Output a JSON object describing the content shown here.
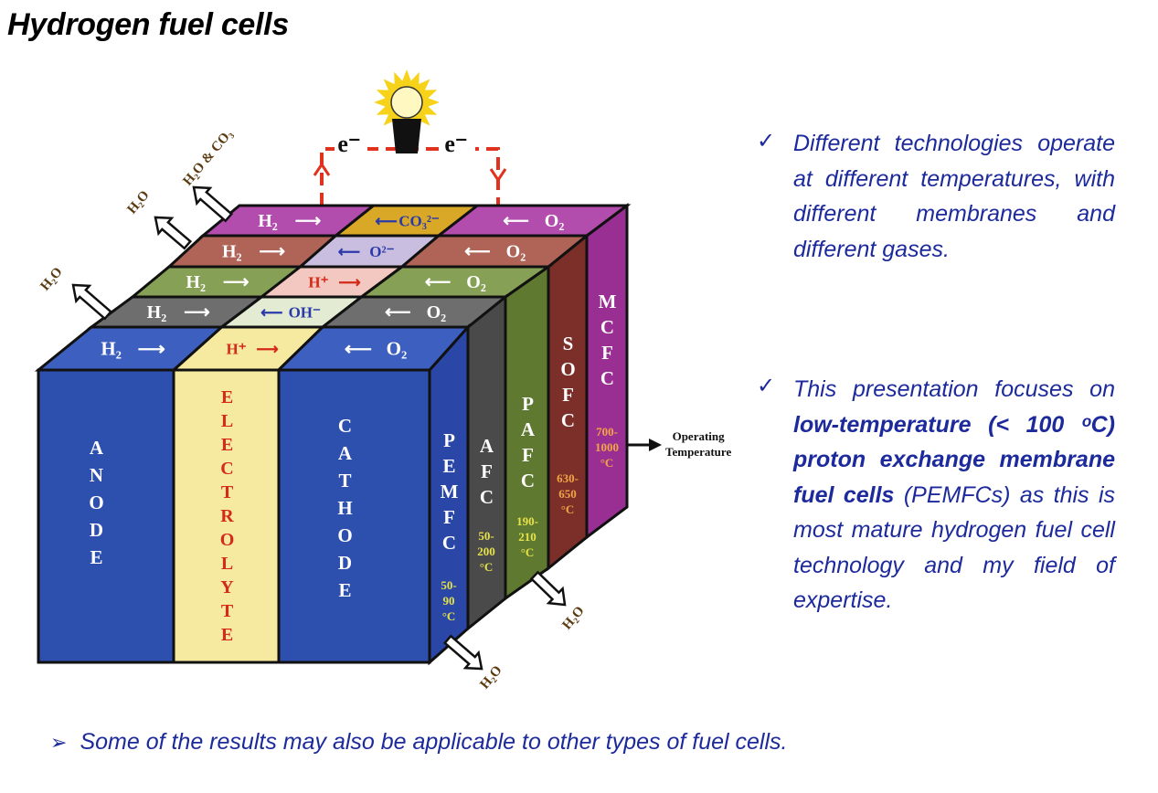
{
  "title": "Hydrogen fuel cells",
  "diagram": {
    "electron_label": "e⁻",
    "exhaust": {
      "top_far": "H₂O & CO₃",
      "top_mid": "H₂O",
      "top_near": "H₂O",
      "bottom_front": "H₂O",
      "bottom_back": "H₂O"
    },
    "front_labels": {
      "anode": "ANODE",
      "electrolyte": "ELECTROLYTE",
      "cathode": "CATHODE"
    },
    "operating_temperature": "Operating\nTemperature",
    "layers": [
      {
        "name": "PEMFC",
        "temp": "50-\n90\n°C",
        "fuel": "H₂",
        "ion": "H⁺",
        "ion_dir": "right",
        "oxidant": "O₂",
        "colors": {
          "top": "#3d5fbf",
          "side": "#2a47a8",
          "ion_bg": "#f6eaa0",
          "ion_text": "#d42a1a",
          "temp": "#e6e24a"
        }
      },
      {
        "name": "AFC",
        "temp": "50-\n200\n°C",
        "fuel": "H₂",
        "ion": "OH⁻",
        "ion_dir": "left",
        "oxidant": "O₂",
        "colors": {
          "top": "#6e6e6e",
          "side": "#4a4a4a",
          "ion_bg": "#e3ebd2",
          "ion_text": "#2a3aa8",
          "temp": "#e6e24a"
        }
      },
      {
        "name": "PAFC",
        "temp": "190-\n210\n°C",
        "fuel": "H₂",
        "ion": "H⁺",
        "ion_dir": "right",
        "oxidant": "O₂",
        "colors": {
          "top": "#86a055",
          "side": "#5f7a30",
          "ion_bg": "#f3c8c0",
          "ion_text": "#d42a1a",
          "temp": "#e6e24a"
        }
      },
      {
        "name": "SOFC",
        "temp": "630-\n650\n°C",
        "fuel": "H₂",
        "ion": "O²⁻",
        "ion_dir": "left",
        "oxidant": "O₂",
        "colors": {
          "top": "#b06457",
          "side": "#7b2f28",
          "ion_bg": "#c9bde0",
          "ion_text": "#2a3aa8",
          "temp": "#f2a446"
        }
      },
      {
        "name": "MCFC",
        "temp": "700-\n1000\n°C",
        "fuel": "H₂",
        "ion": "CO₃²⁻",
        "ion_dir": "left",
        "oxidant": "O₂",
        "colors": {
          "top": "#b24cad",
          "side": "#9a2f93",
          "ion_bg": "#d9a826",
          "ion_text": "#2a3aa8",
          "temp": "#f2a446"
        }
      }
    ],
    "front_colors": {
      "electrode": "#2d4fae",
      "electrolyte": "#f6eaa0",
      "electrolyte_text": "#d42a1a",
      "circuit": "#e0321e",
      "bulb": "#f7d21a"
    }
  },
  "bullets": {
    "point1": "Different technologies operate at different temperatures, with different membranes and different gases.",
    "point2_pre": "This presentation focuses on ",
    "point2_bold": "low-temperature (< 100 ᵒC) proton exchange membrane fuel cells",
    "point2_post": " (PEMFCs) as this is most mature hydrogen fuel cell technology and my field of expertise.",
    "footer": "Some of the results may also be applicable to other types of fuel cells."
  }
}
